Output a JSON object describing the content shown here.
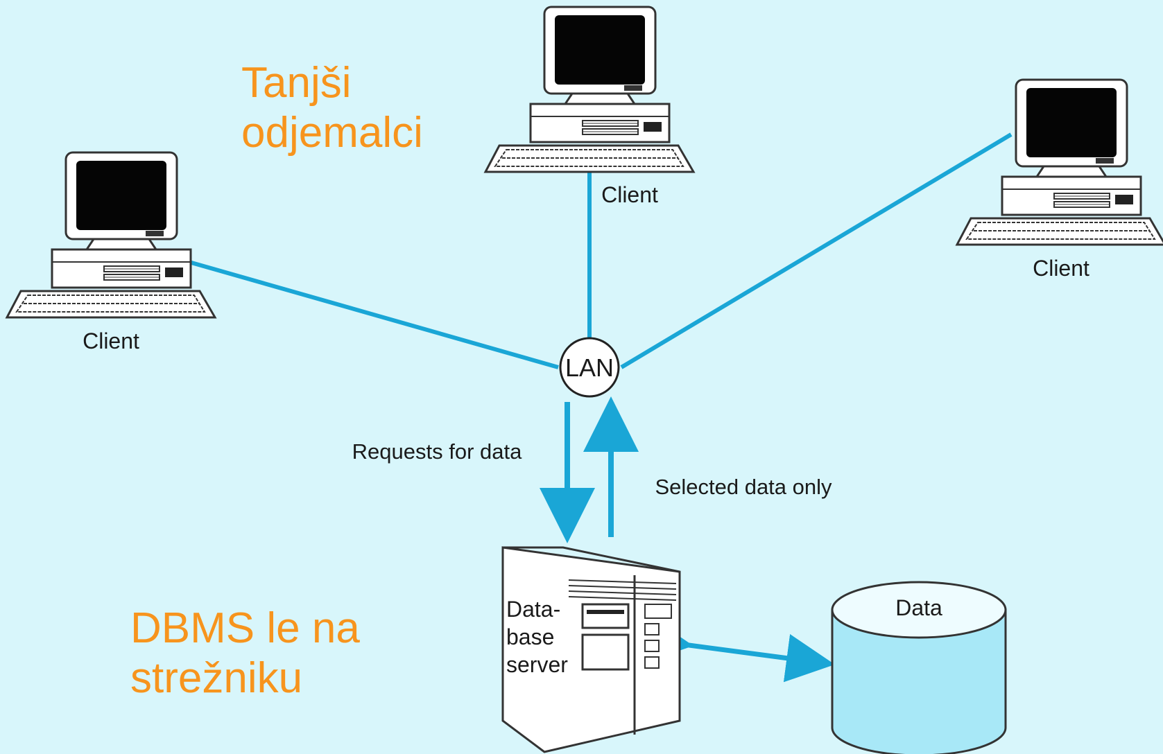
{
  "labels": {
    "thin_clients_line1": "Tanjši",
    "thin_clients_line2": "odjemalci",
    "dbms_line1": "DBMS le na",
    "dbms_line2": "strežniku"
  },
  "nodes": {
    "client_left": "Client",
    "client_top": "Client",
    "client_right": "Client",
    "lan": "LAN",
    "server_line1": "Data-",
    "server_line2": "base",
    "server_line3": "server",
    "data_store": "Data"
  },
  "flows": {
    "requests": "Requests for data",
    "responses": "Selected data only"
  },
  "colors": {
    "background": "#d8f6fb",
    "link": "#1aa6d6",
    "accent_text": "#f7941d",
    "cylinder_fill": "#a8e8f7"
  },
  "icons": [
    "computer-icon",
    "server-icon",
    "database-icon"
  ]
}
